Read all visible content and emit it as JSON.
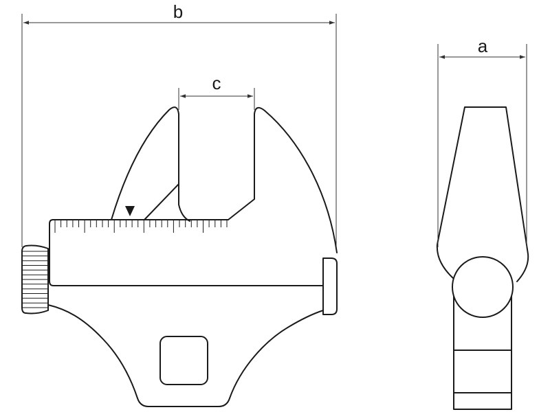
{
  "diagram": {
    "dimensions": [
      {
        "key": "b",
        "label": "b"
      },
      {
        "key": "c",
        "label": "c"
      },
      {
        "key": "a",
        "label": "a"
      }
    ],
    "scale": {
      "major_every": 5,
      "tick_count": 30
    },
    "knurl_ridges": 13,
    "colors": {
      "stroke": "#1a1a1a",
      "background": "#ffffff"
    }
  }
}
